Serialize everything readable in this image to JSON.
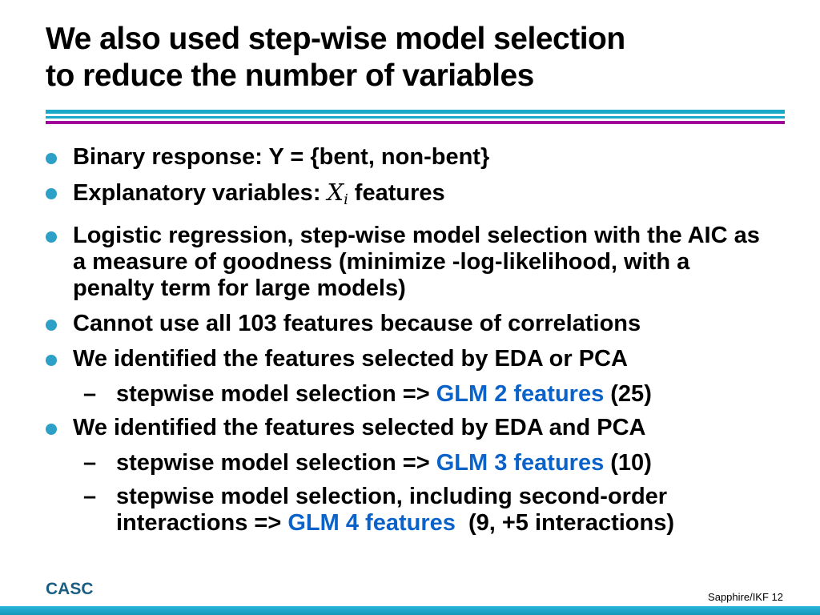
{
  "title": {
    "lines": [
      "We also used step-wise model selection",
      "to reduce the number of variables"
    ]
  },
  "bullets": [
    {
      "level": 1,
      "segments": [
        {
          "t": "Binary response: Y = {bent, non-bent}"
        }
      ]
    },
    {
      "level": 1,
      "segments": [
        {
          "t": "Explanatory variables: "
        },
        {
          "t": "X",
          "s": "math"
        },
        {
          "t": "i",
          "s": "mathsub"
        },
        {
          "t": " features"
        }
      ]
    },
    {
      "level": 1,
      "segments": [
        {
          "t": "Logistic regression, step-wise model selection with the AIC as a measure of goodness (minimize -log-likelihood, with a penalty term for large models)"
        }
      ]
    },
    {
      "level": 1,
      "segments": [
        {
          "t": "Cannot use all 103 features because of correlations"
        }
      ]
    },
    {
      "level": 1,
      "segments": [
        {
          "t": "We identified the features selected by EDA or PCA"
        }
      ]
    },
    {
      "level": 2,
      "segments": [
        {
          "t": "stepwise model selection => "
        },
        {
          "t": "GLM 2 features",
          "s": "accent"
        },
        {
          "t": " (25)"
        }
      ]
    },
    {
      "level": 1,
      "segments": [
        {
          "t": "We identified the features selected by EDA and PCA"
        }
      ]
    },
    {
      "level": 2,
      "segments": [
        {
          "t": "stepwise model selection => "
        },
        {
          "t": "GLM 3 features",
          "s": "accent"
        },
        {
          "t": " (10)"
        }
      ]
    },
    {
      "level": 2,
      "segments": [
        {
          "t": "stepwise model selection, including second-order interactions => "
        },
        {
          "t": "GLM 4 features",
          "s": "accent"
        },
        {
          "t": "  (9, +5 interactions)"
        }
      ]
    }
  ],
  "markers": {
    "level2": "–"
  },
  "footer": {
    "left": "CASC",
    "right": "Sapphire/IKF 12"
  },
  "colors": {
    "teal": "#1ca9c9",
    "magenta": "#a0009b",
    "accent_blue": "#0b63c9",
    "bullet": "#2da0c7",
    "casc": "#1b5e83"
  }
}
